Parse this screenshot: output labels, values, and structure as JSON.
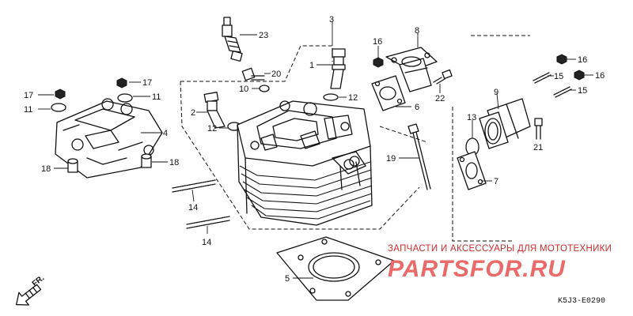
{
  "diagram": {
    "part_labels": {
      "p1": "1",
      "p2": "2",
      "p3": "3",
      "p4": "4",
      "p5": "5",
      "p6": "6",
      "p7": "7",
      "p8": "8",
      "p9": "9",
      "p10": "10",
      "p11a": "11",
      "p11b": "11",
      "p12a": "12",
      "p12b": "12",
      "p13": "13",
      "p14a": "14",
      "p14b": "14",
      "p15a": "15",
      "p15b": "15",
      "p16a": "16",
      "p16b": "16",
      "p16c": "16",
      "p17a": "17",
      "p17b": "17",
      "p18a": "18",
      "p18b": "18",
      "p19": "19",
      "p20": "20",
      "p21": "21",
      "p22": "22",
      "p23": "23"
    },
    "direction_label": "FR.",
    "diagram_code": "K5J3-E0290"
  },
  "watermark": {
    "tagline": "ЗАПЧАСТИ И АКСЕССУАРЫ ДЛЯ МОТОТЕХНИКИ",
    "brand": "PARTSFOR.RU",
    "color": "#ea6a6a"
  }
}
